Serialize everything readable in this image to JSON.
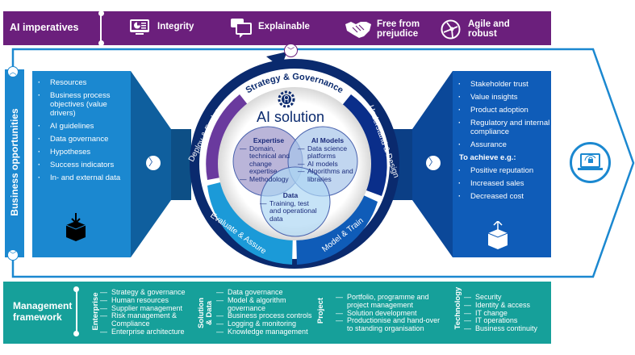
{
  "ai_imperatives": {
    "title": "AI imperatives",
    "items": [
      {
        "label_lines": [
          "Integrity"
        ],
        "icon": "monitor-chart-icon"
      },
      {
        "label_lines": [
          "Explainable"
        ],
        "icon": "speech-bubbles-icon"
      },
      {
        "label_lines": [
          "Free from",
          "prejudice"
        ],
        "icon": "handshake-icon"
      },
      {
        "label_lines": [
          "Agile and",
          "robust"
        ],
        "icon": "network-node-icon"
      }
    ]
  },
  "business_opportunities": {
    "label": "Business opportunities",
    "up_icon": "chevron-up-icon",
    "down_icon": "chevron-down-icon"
  },
  "inputs": {
    "items": [
      "Resources",
      "Business process objectives (value drivers)",
      "AI guidelines",
      "Data governance",
      "Hypotheses",
      "Success indicators",
      "In- and external data"
    ],
    "icon": "box-download-icon"
  },
  "cycle": {
    "top_label": "Strategy & Governance",
    "segments": [
      "Understand & Design",
      "Model & Train",
      "Evaluate & Assure",
      "Deploy & Evolve"
    ],
    "center_title": "AI solution",
    "center_icon": "ai-gear-icon",
    "venn": {
      "expertise": {
        "title": "Expertise",
        "items": [
          "Domain, technical and change expertise",
          "Methodology"
        ]
      },
      "ai_models": {
        "title": "AI Models",
        "items": [
          "Data science platforms",
          "AI models",
          "Algorithms and libraries"
        ]
      },
      "data": {
        "title": "Data",
        "items": [
          "Training, test and operational data"
        ]
      }
    }
  },
  "outcomes": {
    "items": [
      "Stakeholder trust",
      "Value insights",
      "Product adoption",
      "Regulatory and internal compliance",
      "Assurance"
    ],
    "achieve_heading": "To achieve e.g.:",
    "achieve_items": [
      "Positive reputation",
      "Increased sales",
      "Decreased cost"
    ],
    "icon": "box-upload-icon"
  },
  "end_icon": "laptop-lock-icon",
  "management_framework": {
    "title_lines": [
      "Management",
      "framework"
    ],
    "groups": [
      {
        "label_lines": [
          "Enterprise"
        ],
        "items": [
          "Strategy & governance",
          "Human resources",
          "Supplier management",
          "Risk management & Compliance",
          "Enterprise architecture"
        ]
      },
      {
        "label_lines": [
          "Solution",
          "& Data"
        ],
        "items": [
          "Data governance",
          "Model & algorithm governance",
          "Business process controls",
          "Logging & monitoring",
          "Knowledge management"
        ]
      },
      {
        "label_lines": [
          "Project"
        ],
        "items": [
          "Portfolio, programme and project management",
          "Solution development",
          "Productionise and hand-over to standing organisation"
        ]
      },
      {
        "label_lines": [
          "Technology"
        ],
        "items": [
          "Security",
          "Identity & access",
          "IT change",
          "IT operations",
          "Business continuity"
        ]
      }
    ]
  },
  "colors": {
    "purple": "#6b1f7c",
    "blue": "#1b88d0",
    "dark_blue": "#0f5cb8",
    "navy": "#0a2a6e",
    "teal": "#16a09a"
  }
}
